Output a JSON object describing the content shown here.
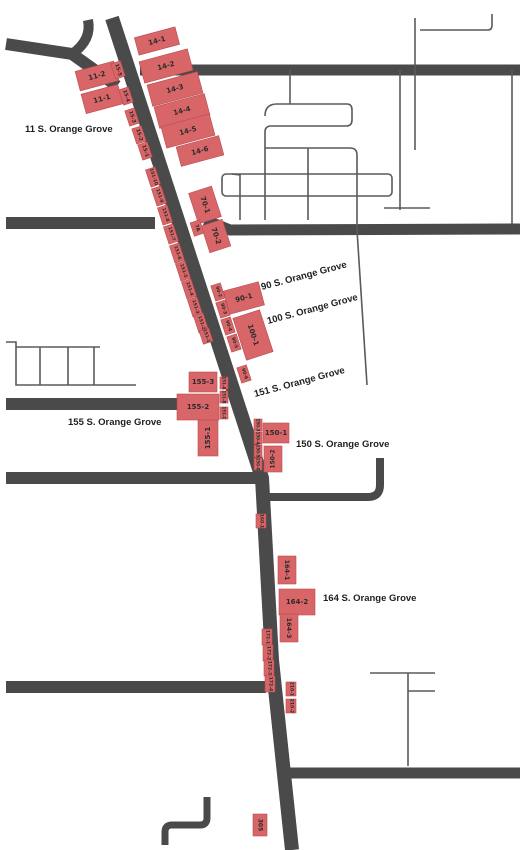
{
  "street_labels": [
    {
      "id": "11",
      "text": "11 S. Orange Grove"
    },
    {
      "id": "90",
      "text": "90 S. Orange Grove"
    },
    {
      "id": "100",
      "text": "100 S. Orange Grove"
    },
    {
      "id": "151",
      "text": "151 S. Orange Grove"
    },
    {
      "id": "155",
      "text": "155 S. Orange Grove"
    },
    {
      "id": "150",
      "text": "150 S. Orange Grove"
    },
    {
      "id": "164",
      "text": "164 S. Orange Grove"
    }
  ],
  "sections": [
    "14-1",
    "14-2",
    "14-3",
    "14-4",
    "14-5",
    "14-6",
    "11-2",
    "11-1",
    "15-5",
    "15-4",
    "15-3",
    "15-2",
    "15-1",
    "151-10",
    "151-9",
    "151-8",
    "151-7",
    "151-6",
    "151-5",
    "151-4",
    "151-3",
    "151-2",
    "151-1",
    "70-1",
    "70-2",
    "7A",
    "90-1",
    "90-2",
    "90-3",
    "90-4",
    "90-5",
    "90-6",
    "100-1",
    "155-3",
    "155-2",
    "155-1",
    "151-A",
    "151-B",
    "151-C",
    "150-1",
    "150-2",
    "150-3",
    "150-4",
    "150-5",
    "150-6",
    "164-1",
    "164-2",
    "164-3",
    "160-1",
    "172-1",
    "172-2",
    "172-3",
    "172-4",
    "210-1",
    "210-2",
    "305"
  ],
  "colors": {
    "section": "#d86668",
    "road": "#4a4a4a",
    "background": "#ffffff"
  }
}
